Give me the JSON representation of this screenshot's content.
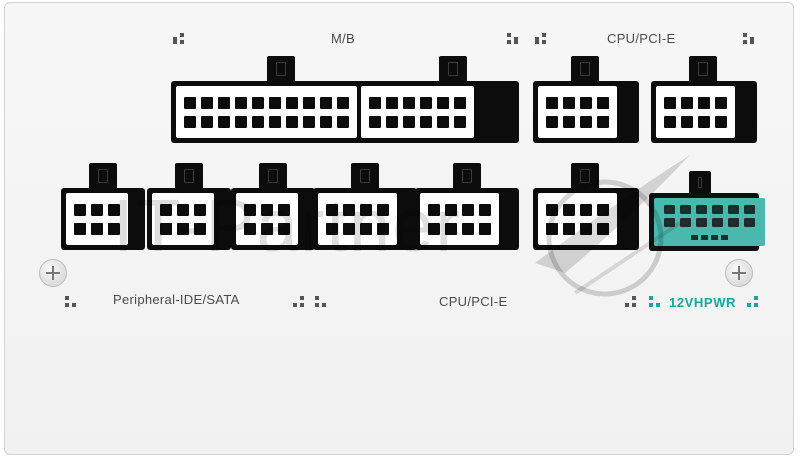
{
  "labels": {
    "mb": "M/B",
    "cpu_pcie_top": "CPU/PCI-E",
    "peripheral": "Peripheral-IDE/SATA",
    "cpu_pcie_bottom": "CPU/PCI-E",
    "vhpwr": "12VHPWR"
  },
  "watermark": {
    "text": "IT-Partner"
  },
  "colors": {
    "panel": "#f4f4f4",
    "connector": "#0c0c0c",
    "pin_housing": "#ffffff",
    "accent_12vhpwr": "#1aa6a0"
  }
}
